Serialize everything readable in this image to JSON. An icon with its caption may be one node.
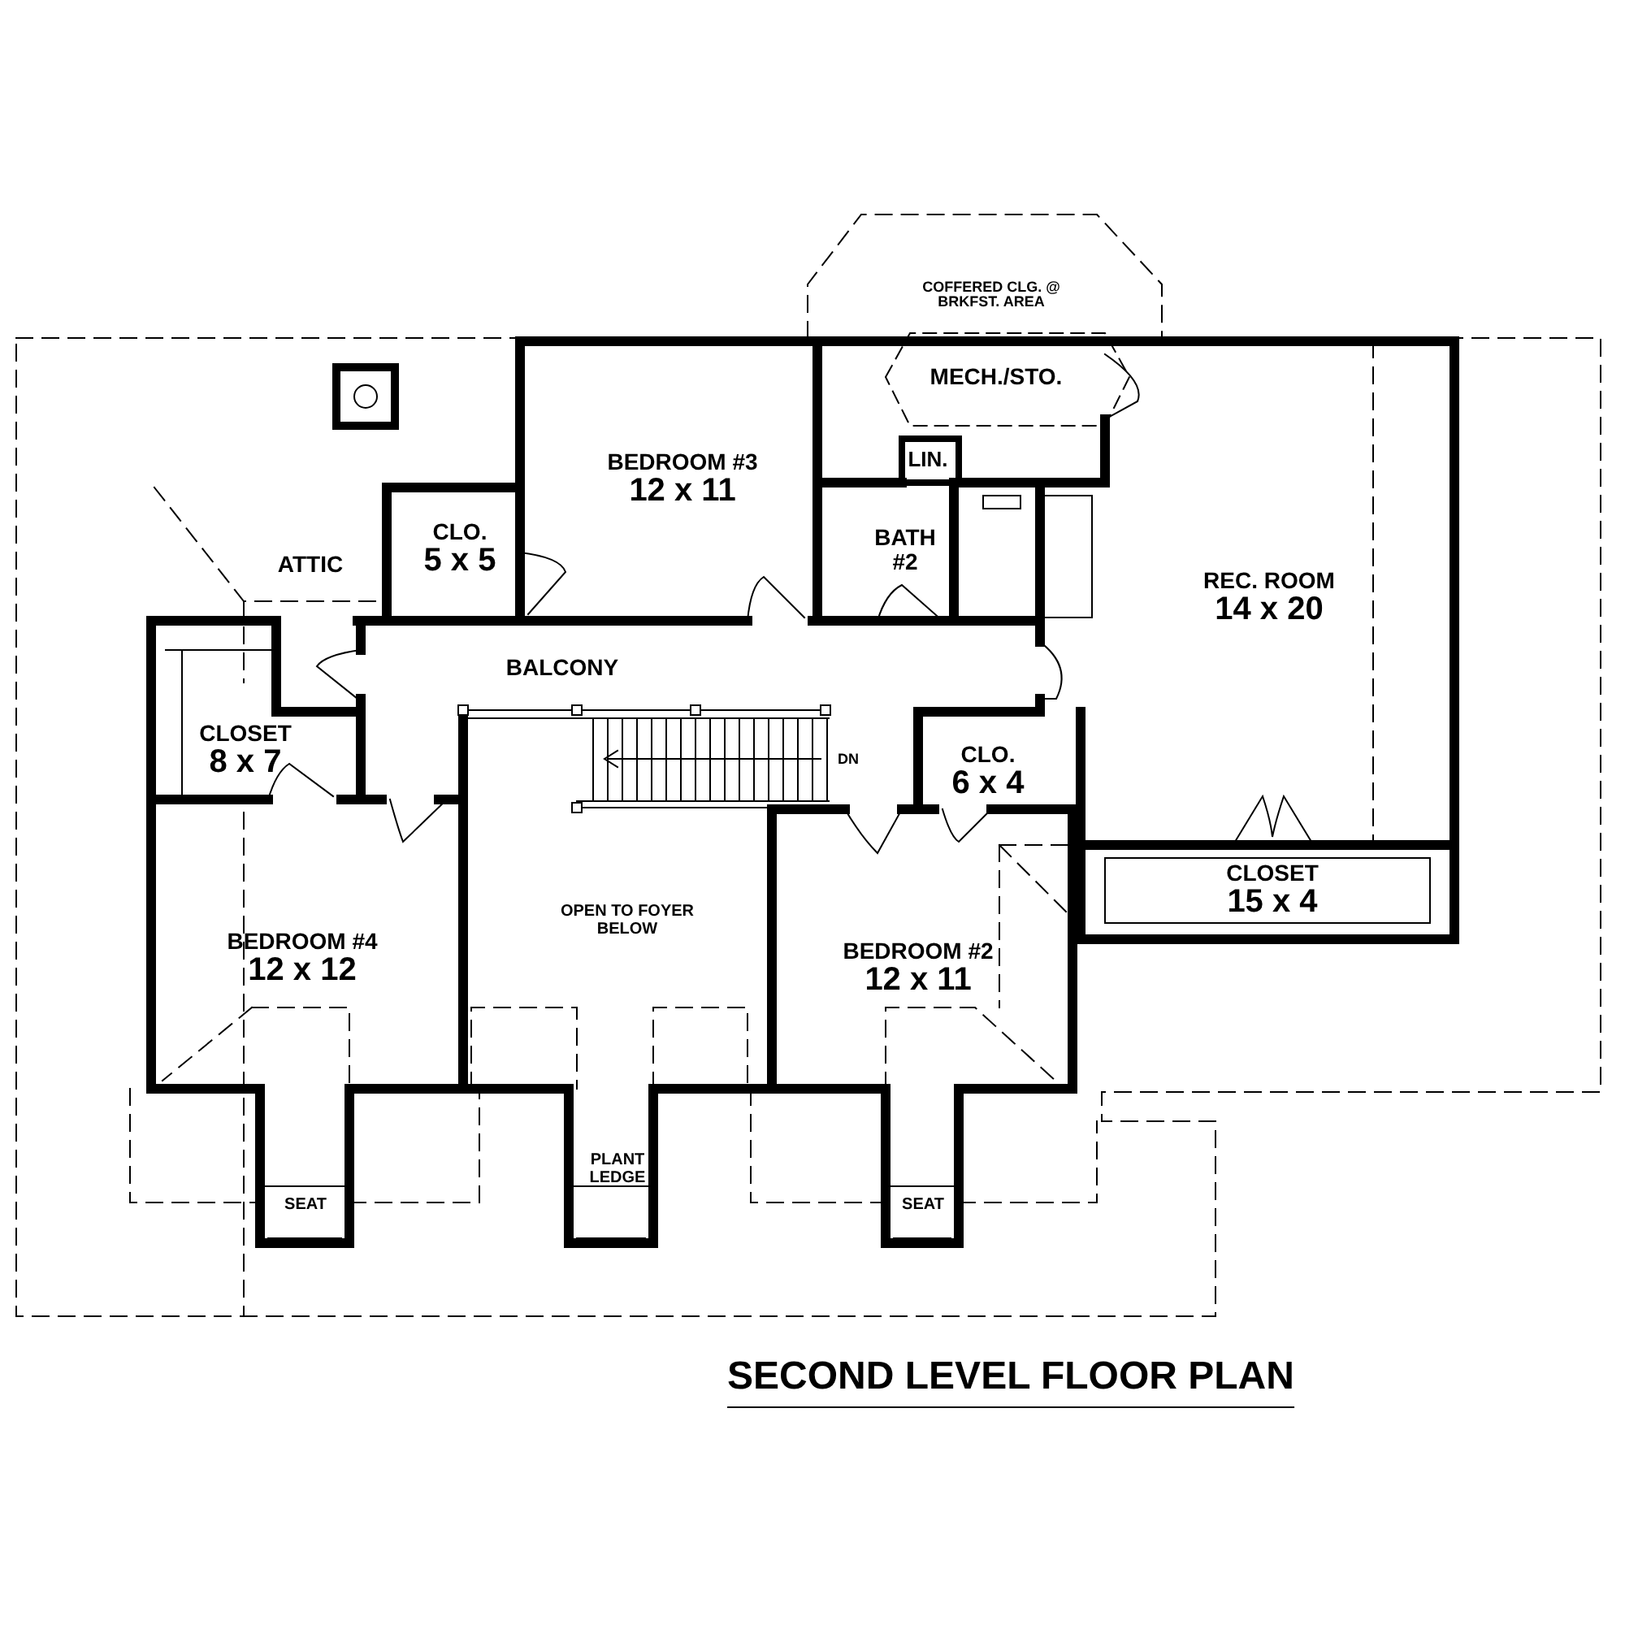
{
  "diagram": {
    "title": "SECOND LEVEL FLOOR PLAN",
    "nodes": [
      {
        "text": [
          "BEDROOM #3",
          "12 x 11"
        ]
      },
      {
        "text": [
          "COFFERED CLG. @ BRKFST. AREA"
        ]
      },
      {
        "text": [
          "MECH./STO."
        ]
      },
      {
        "text": [
          "LIN."
        ]
      },
      {
        "text": [
          "CLO.",
          "5 x 5"
        ]
      },
      {
        "text": [
          "BATH #2"
        ]
      },
      {
        "text": [
          "REC. ROOM",
          "14 x 20"
        ]
      },
      {
        "text": [
          "BALCONY"
        ]
      },
      {
        "text": [
          "CLOSET",
          "8 x 7"
        ]
      },
      {
        "text": [
          "CLO.",
          "6 x 4"
        ]
      },
      {
        "text": [
          "CLOSET",
          "15 x 4"
        ]
      },
      {
        "text": [
          "BEDROOM #4",
          "12 x 12"
        ]
      },
      {
        "text": [
          "OPEN TO FOYER BELOW"
        ]
      },
      {
        "text": [
          "BEDROOM #2",
          "12 x 11"
        ]
      },
      {
        "text": [
          "SEAT"
        ]
      },
      {
        "text": [
          "PLANT LEDGE"
        ]
      },
      {
        "text": [
          "SEAT"
        ]
      }
    ],
    "edges": [],
    "labels": [
      "ATTIC",
      "DN"
    ]
  }
}
